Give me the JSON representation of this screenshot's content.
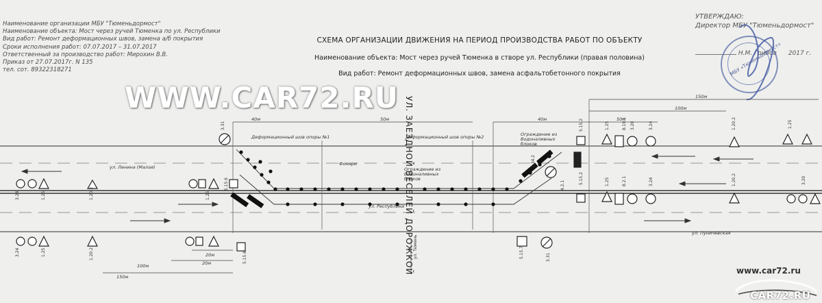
{
  "header_left": {
    "lines": [
      "Наименование организации  МБУ \"Тюменьдормост\"",
      "Наименование объекта:  Мост через ручей Тюменка по ул. Республики",
      "Вид работ:  Ремонт деформационных швов, замена а/б покрытия",
      "Сроки исполнения работ:  07.07.2017 – 31.07.2017",
      "Ответственный за производство работ:  Мирохин В.В.",
      "Приказ от 27.07.2017г. N 135",
      "тел. сот. 89322318271"
    ]
  },
  "title_block": {
    "title": "СХЕМА ОРГАНИЗАЦИИ ДВИЖЕНИЯ НА ПЕРИОД ПРОИЗВОДСТВА РАБОТ ПО ОБЪЕКТУ",
    "object": "Наименование объекта: Мост через ручей Тюменка в створе ул. Республики (правая половина)",
    "works": "Вид работ: Ремонт деформационных швов, замена асфальтобетонного покрытия"
  },
  "approval": {
    "heading": "УТВЕРЖДАЮ:",
    "position": "Директор МБУ \"Тюменьдормост\"",
    "signature": "Н.М. Грибов",
    "year": "2017 г."
  },
  "stamp": {
    "text": "МБУ «Тюменьдормост»"
  },
  "watermark": {
    "text": "WWW.CAR72.RU",
    "small": "www.car72.ru",
    "logo": "CAR72.RU"
  },
  "vertical_street": {
    "text": "УЛ. ЗАЕЗДНОЙ ВЕСЕЛЕЙ ДОРОЖКОЙ"
  },
  "plan": {
    "labels": {
      "joint1": "Деформационный шов опоры №1",
      "joint2": "Деформационный шов опоры №2",
      "lamps": "Фонари",
      "fence1": "Ограждение из Водоналивных блоков",
      "fence2": "Ограждение из Водоналивных блоков",
      "street_lenina": "ул. Ленина (Малая)",
      "street_resp": "ул. Республики",
      "street_tyumen": "ул. Пуничевская",
      "down_street": "ул. Тюмень",
      "d40a": "40м",
      "d50": "50м",
      "d40b": "40м",
      "d150": "150м",
      "d100": "100м",
      "d50b": "50м",
      "d20": "20м",
      "d20b": "20м",
      "d100b": "100м",
      "d150b": "150м"
    },
    "sign_codes": {
      "s1": "3.31",
      "s2": "1.25",
      "s3": "1.20.2",
      "s4": "3.24",
      "s5": "5.15.6",
      "s6": "5.15.2",
      "s7": "1.25",
      "s8": "8.2.1",
      "s9": "3.24",
      "s10": "1.20.2",
      "s11": "1.25",
      "s12": "3.20",
      "s13": "4.2.1",
      "s14": "1.34.2",
      "s15": "5.15.6",
      "s16": "3.31",
      "s17": "5.15.7",
      "s18": "8.19.1",
      "s19": "3.20",
      "s20": "3.24"
    }
  }
}
